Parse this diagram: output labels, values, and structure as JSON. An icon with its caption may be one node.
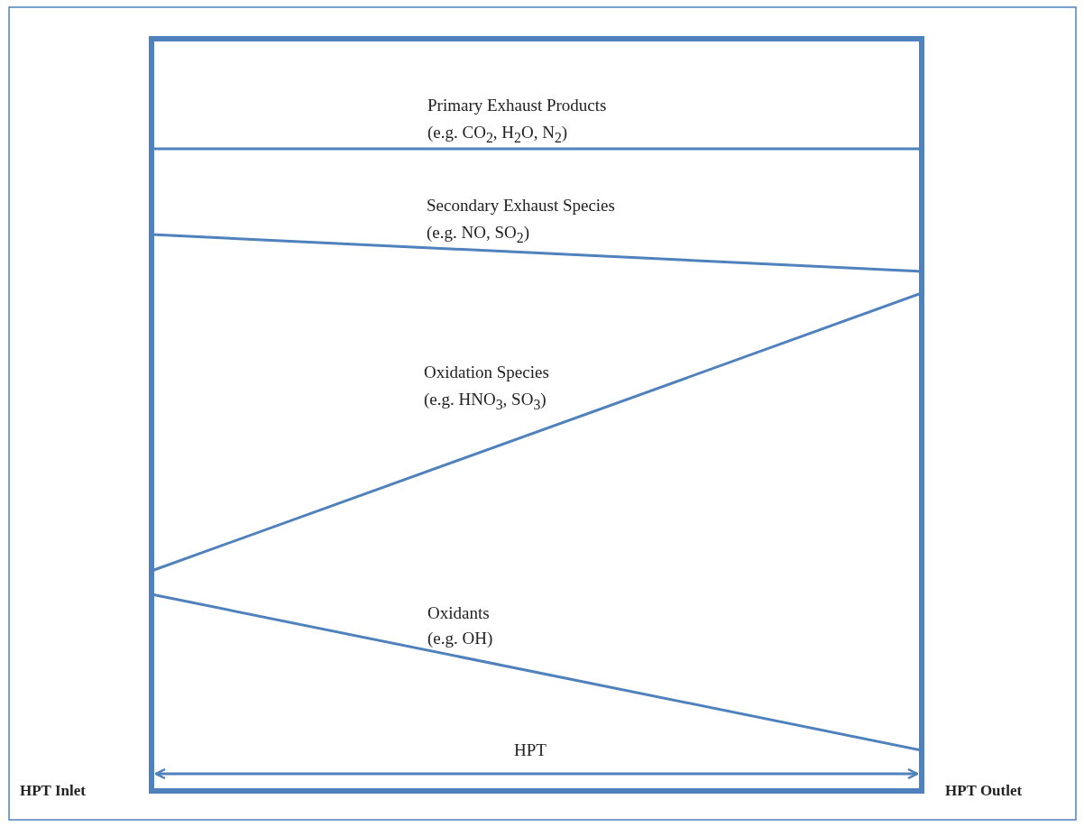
{
  "diagram": {
    "labels": [
      "Primary Exhaust Products",
      "(e.g. CO$_{2}$, H$_{2}$O, N$_{2}$)",
      "Secondary Exhaust Species",
      "(e.g. NO, SO$_{2}$)",
      "Oxidation Species",
      "(e.g. HNO$_{3}$, SO$_{3}$)",
      "Oxidants",
      "(e.g. OH)",
      "HPT",
      "HPT Inlet",
      "HPT Outlet"
    ]
  }
}
